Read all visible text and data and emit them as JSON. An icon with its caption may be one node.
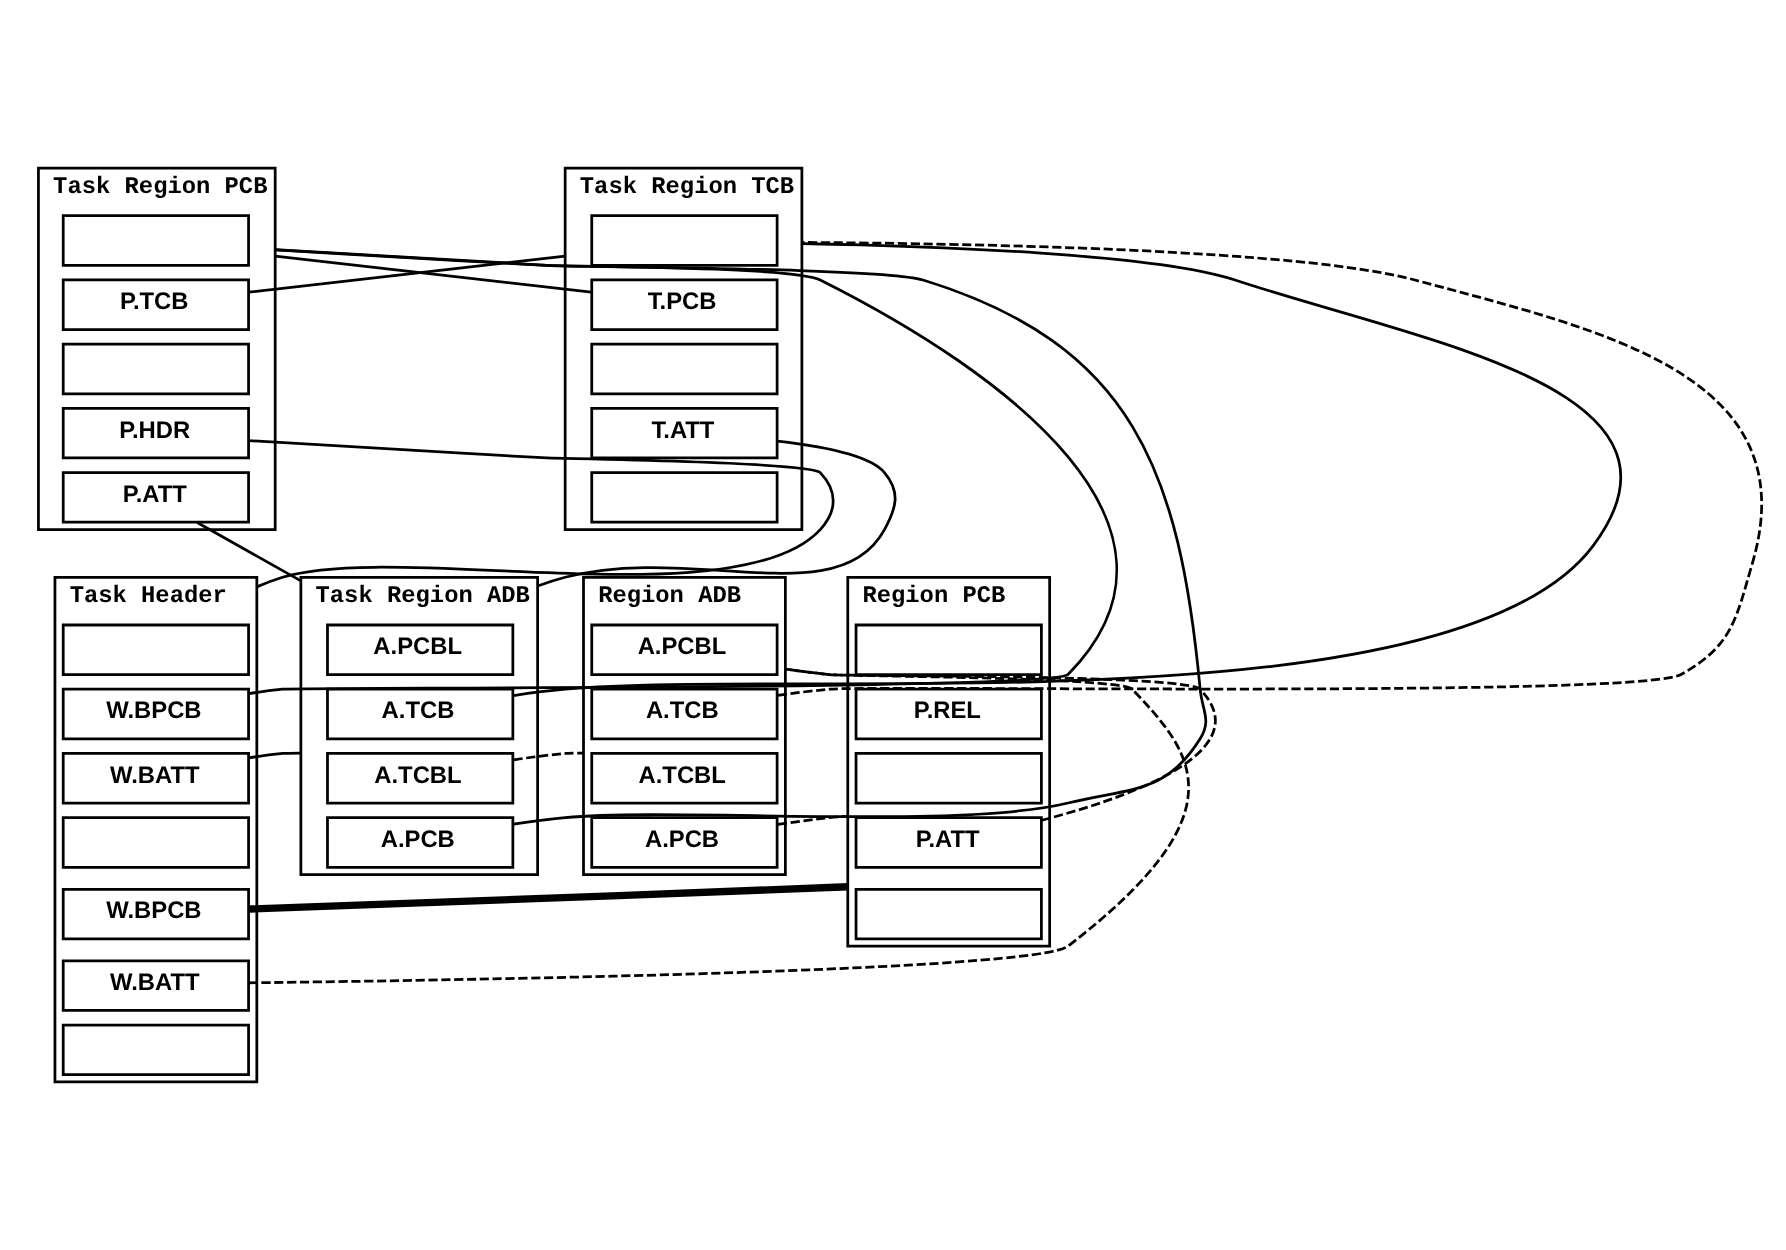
{
  "diagram": {
    "nodes": [
      {
        "text": [
          "Task Region PCB"
        ]
      },
      {
        "text": [],
        "shape": "box",
        "in": 0
      },
      {
        "text": [
          "P.TCB"
        ],
        "in": 0
      },
      {
        "text": [],
        "shape": "box",
        "in": 0
      },
      {
        "text": [
          "P.HDR"
        ],
        "in": 0
      },
      {
        "text": [
          "P.ATT"
        ],
        "in": 0
      },
      {
        "text": [
          "Task Region TCB"
        ]
      },
      {
        "text": [],
        "shape": "box",
        "in": 6
      },
      {
        "text": [
          "T.PCB"
        ],
        "in": 6
      },
      {
        "text": [],
        "shape": "box",
        "in": 6
      },
      {
        "text": [
          "T.ATT"
        ],
        "in": 6
      },
      {
        "text": [],
        "shape": "box",
        "in": 6
      },
      {
        "text": [
          "Task Header"
        ]
      },
      {
        "text": [],
        "shape": "box",
        "in": 12
      },
      {
        "text": [
          "W.BPCB"
        ],
        "in": 12
      },
      {
        "text": [
          "W.BATT"
        ],
        "in": 12
      },
      {
        "text": [],
        "shape": "box",
        "in": 12
      },
      {
        "text": [
          "W.BPCB"
        ],
        "in": 12
      },
      {
        "text": [
          "W.BATT"
        ],
        "in": 12
      },
      {
        "text": [],
        "shape": "box",
        "in": 12
      },
      {
        "text": [
          "Task Region ADB"
        ]
      },
      {
        "text": [
          "A.PCBL"
        ],
        "in": 20
      },
      {
        "text": [
          "A.TCB"
        ],
        "in": 20
      },
      {
        "text": [
          "A.TCBL"
        ],
        "in": 20
      },
      {
        "text": [
          "A.PCB"
        ],
        "in": 20
      },
      {
        "text": [
          "Region ADB"
        ]
      },
      {
        "text": [
          "A.PCBL"
        ],
        "in": 25
      },
      {
        "text": [
          "A.TCB"
        ],
        "in": 25
      },
      {
        "text": [
          "A.TCBL"
        ],
        "in": 25
      },
      {
        "text": [
          "A.PCB"
        ],
        "in": 25
      },
      {
        "text": [
          "Region PCB"
        ]
      },
      {
        "text": [],
        "shape": "box",
        "in": 30
      },
      {
        "text": [
          "P.REL"
        ],
        "in": 30
      },
      {
        "text": [],
        "shape": "box",
        "in": 30
      },
      {
        "text": [
          "P.ATT"
        ],
        "in": 30
      },
      {
        "text": [],
        "shape": "box",
        "in": 30
      }
    ],
    "edges": [
      {
        "from": 14,
        "to": 0,
        "arrow": "none"
      },
      {
        "from": 24,
        "to": 0,
        "arrow": "none"
      },
      {
        "from": 8,
        "to": 0,
        "arrow": "none"
      },
      {
        "from": 2,
        "to": 6,
        "arrow": "none"
      },
      {
        "from": 4,
        "to": 12,
        "arrow": "none"
      },
      {
        "from": 5,
        "to": 20,
        "arrow": "none"
      },
      {
        "from": 10,
        "to": 20,
        "arrow": "none"
      },
      {
        "from": 15,
        "to": 20,
        "arrow": "none"
      },
      {
        "from": 22,
        "to": 6,
        "arrow": "none"
      },
      {
        "from": 27,
        "to": 6,
        "arrow": "none",
        "style": "dashed"
      },
      {
        "from": 23,
        "to": 25,
        "arrow": "none",
        "style": "dashed"
      },
      {
        "from": 18,
        "to": 25,
        "arrow": "none",
        "style": "dashed"
      },
      {
        "from": 34,
        "to": 25,
        "arrow": "none",
        "style": "dashed"
      },
      {
        "from": 29,
        "to": 30,
        "arrow": "none",
        "style": "dashed"
      },
      {
        "from": 17,
        "to": 30,
        "arrow": "none",
        "style": "thick"
      }
    ]
  }
}
